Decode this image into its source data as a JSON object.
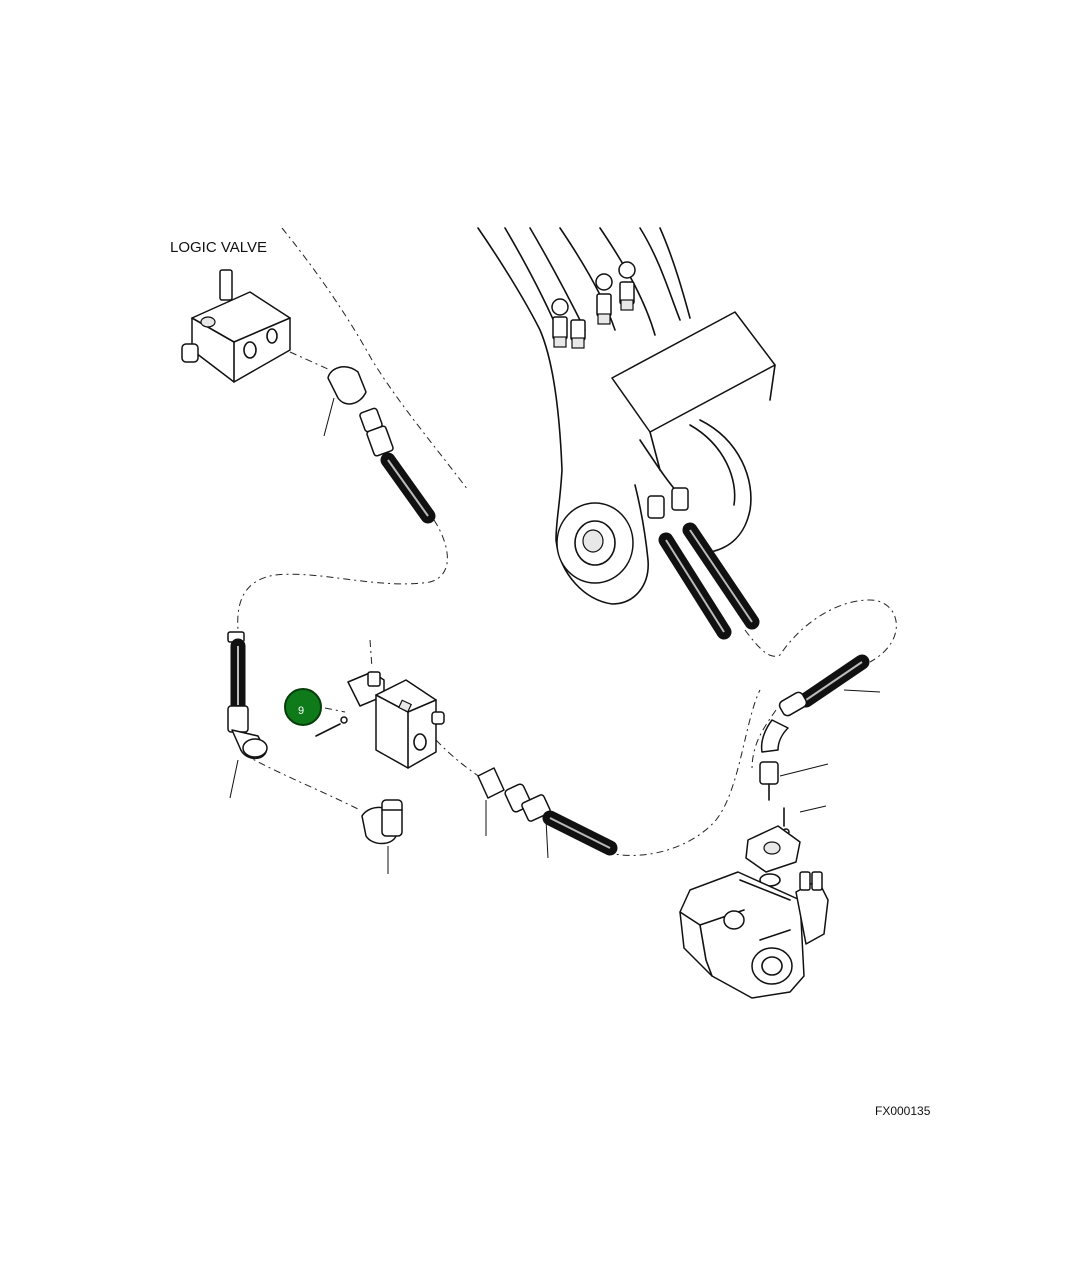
{
  "labels": {
    "logic_valve": "LOGIC VALVE",
    "figure_id": "FX000135"
  },
  "callout": {
    "number": "9",
    "color": "#0f7a1a",
    "border": "#063d0a"
  }
}
